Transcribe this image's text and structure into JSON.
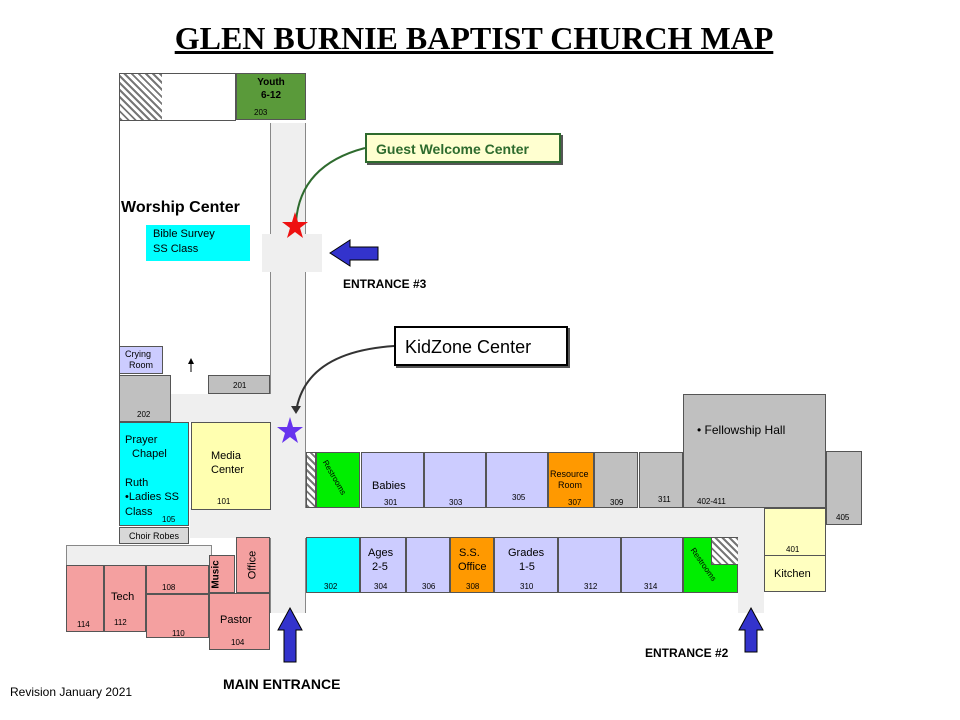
{
  "title": "GLEN BURNIE BAPTIST CHURCH MAP",
  "revision": "Revision January 2021",
  "colors": {
    "youth": "#5a9a3a",
    "cyan": "#00ffff",
    "yellow": "#ffffb0",
    "lavender": "#ccccff",
    "green": "#00ee00",
    "orange": "#ff9900",
    "pink": "#f4a0a0",
    "gray": "#c0c0c0",
    "hall": "#efefef",
    "arrow": "#3333cc",
    "star_red": "#ee1111",
    "star_purple": "#6633ee"
  },
  "callouts": {
    "guest_welcome": "Guest Welcome Center",
    "kidzone": "KidZone Center"
  },
  "entrances": {
    "main": "MAIN ENTRANCE",
    "e2": "ENTRANCE #2",
    "e3": "ENTRANCE #3"
  },
  "rooms": {
    "youth": {
      "name1": "Youth",
      "name2": "6-12",
      "num": "203"
    },
    "worship": "Worship Center",
    "bible": {
      "line1": "Bible Survey",
      "line2": "SS Class"
    },
    "crying": {
      "line1": "Crying",
      "line2": "Room"
    },
    "r201": "201",
    "r202": "202",
    "prayer": {
      "line1": "Prayer",
      "line2": "Chapel",
      "line3": "Ruth",
      "line4": "•Ladies SS",
      "line5": "Class",
      "num": "105"
    },
    "media": {
      "line1": "Media",
      "line2": "Center",
      "num": "101"
    },
    "choir": "Choir Robes",
    "restrooms1": "Restrooms",
    "babies": {
      "name": "Babies",
      "num": "301"
    },
    "r303": "303",
    "r305": "305",
    "resource": {
      "line1": "Resource",
      "line2": "Room",
      "num": "307"
    },
    "r309": "309",
    "r311": "311",
    "fellowship": {
      "name": "• Fellowship Hall",
      "num": "402-411"
    },
    "r405": "405",
    "kitchen": {
      "name": "Kitchen",
      "num": "401"
    },
    "restrooms2": "Restrooms",
    "r302": "302",
    "ages": {
      "line1": "Ages",
      "line2": "2-5",
      "num": "304"
    },
    "r306": "306",
    "ss_office": {
      "line1": "S.S.",
      "line2": "Office",
      "num": "308"
    },
    "grades": {
      "line1": "Grades",
      "line2": "1-5",
      "num": "310"
    },
    "r312": "312",
    "r314": "314",
    "music": "Music",
    "office": "Office",
    "pastor": {
      "name": "Pastor",
      "num": "104"
    },
    "tech": {
      "name": "Tech",
      "num": "112"
    },
    "r114": "114",
    "r108": "108",
    "r110": "110"
  }
}
